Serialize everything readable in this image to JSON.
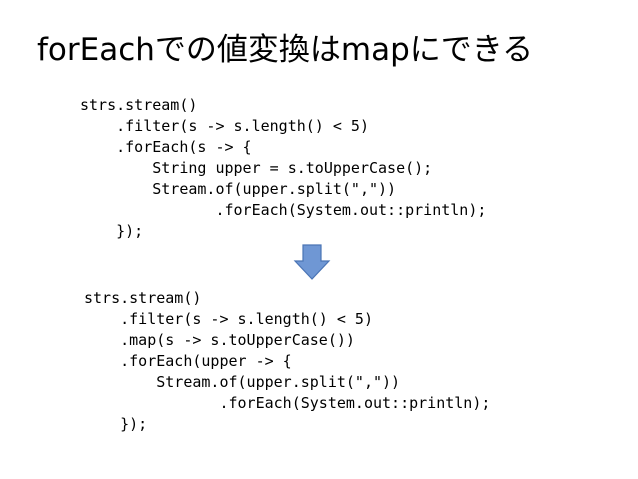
{
  "slide": {
    "title": "forEachでの値変換はmapにできる"
  },
  "code_before": {
    "lines": [
      "strs.stream()",
      "    .filter(s -> s.length() < 5)",
      "    .forEach(s -> {",
      "        String upper = s.toUpperCase();",
      "        Stream.of(upper.split(\",\"))",
      "               .forEach(System.out::println);",
      "    });"
    ]
  },
  "code_after": {
    "lines": [
      "strs.stream()",
      "    .filter(s -> s.length() < 5)",
      "    .map(s -> s.toUpperCase())",
      "    .forEach(upper -> {",
      "        Stream.of(upper.split(\",\"))",
      "               .forEach(System.out::println);",
      "    });"
    ]
  },
  "colors": {
    "arrow_fill": "#6f97d4",
    "arrow_stroke": "#4a74b5"
  },
  "icons": {
    "transform_arrow": "down-arrow-icon"
  }
}
